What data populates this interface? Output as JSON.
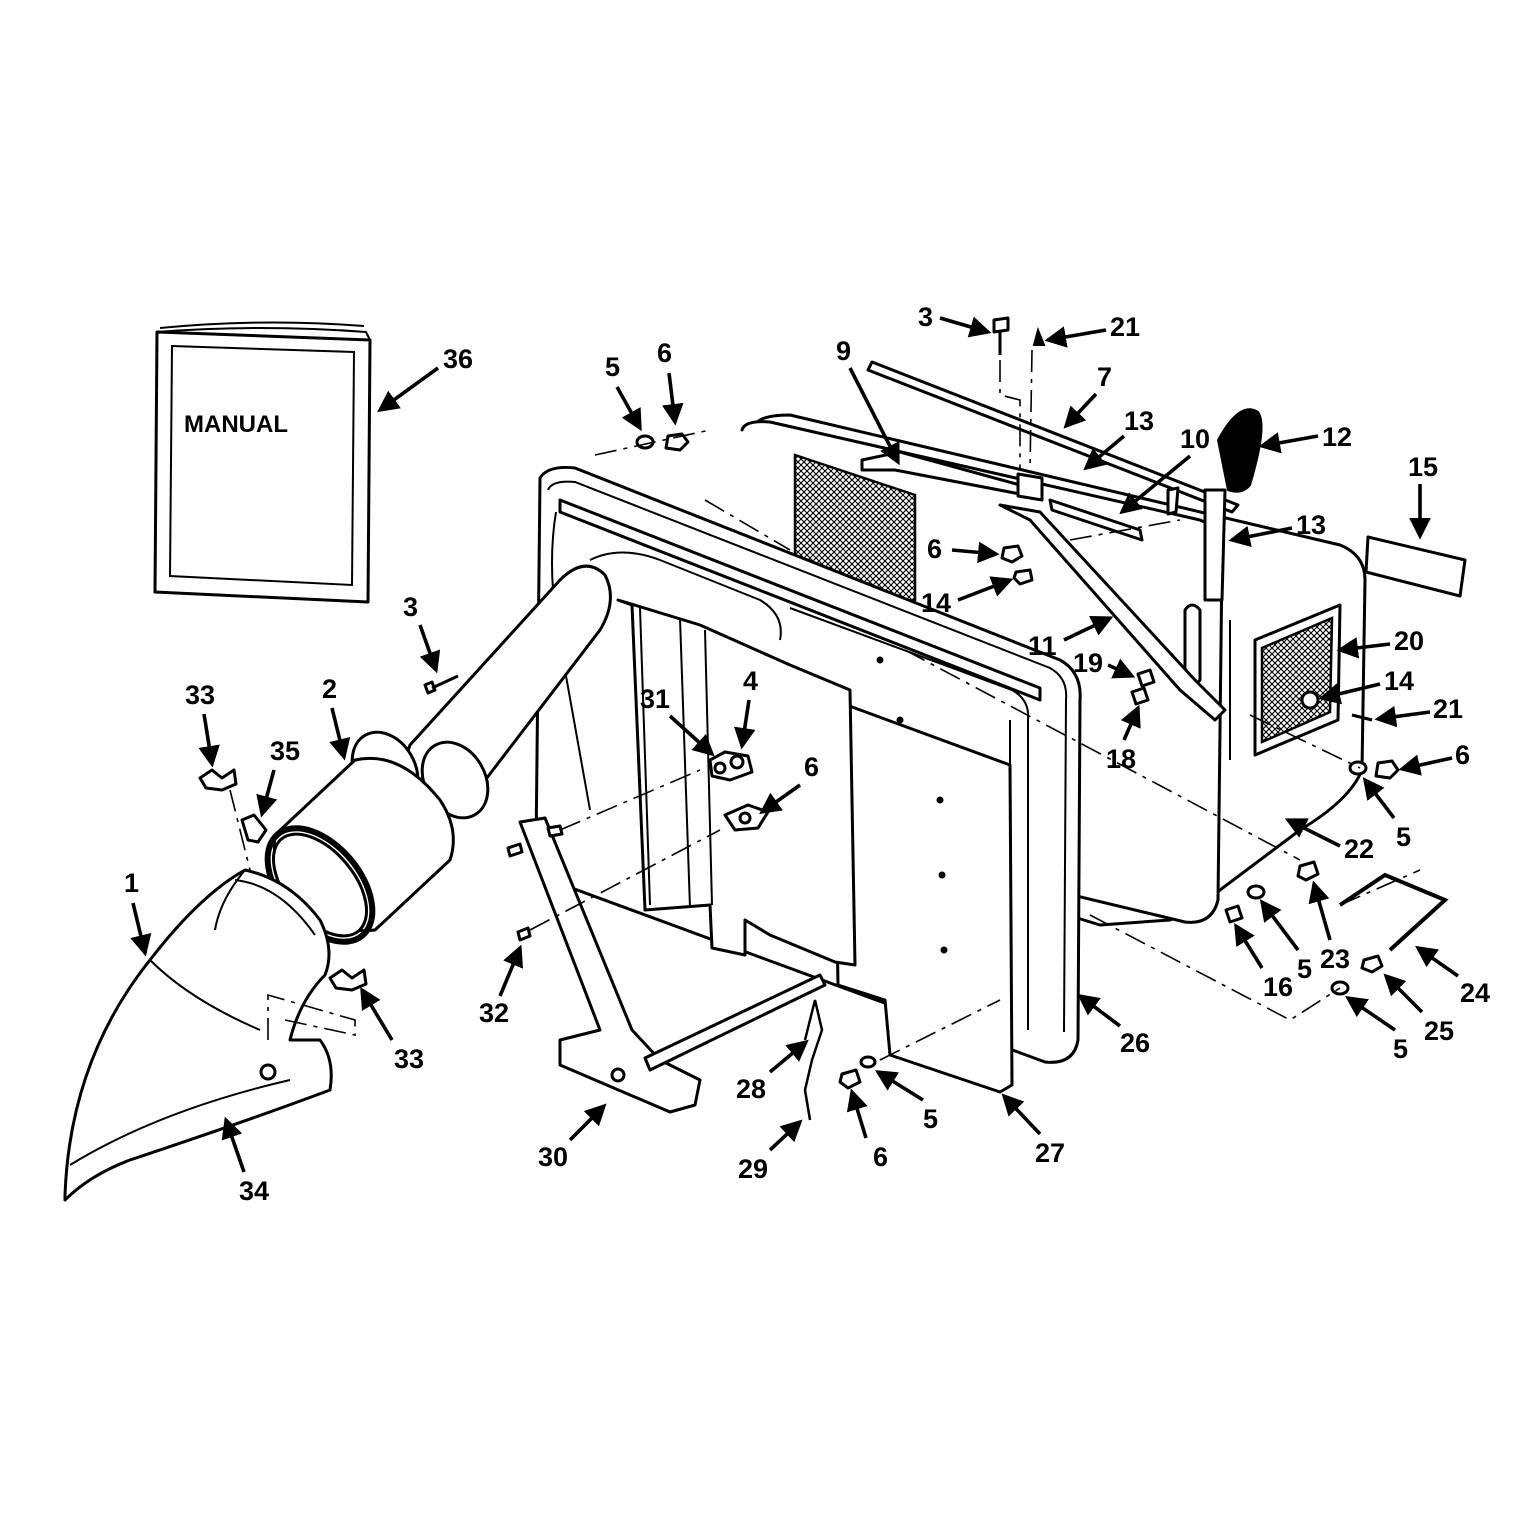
{
  "manual": {
    "cover_text": "MANUAL"
  },
  "callouts": [
    {
      "id": "c1",
      "label": "1"
    },
    {
      "id": "c2",
      "label": "2"
    },
    {
      "id": "c3a",
      "label": "3"
    },
    {
      "id": "c3b",
      "label": "3"
    },
    {
      "id": "c4",
      "label": "4"
    },
    {
      "id": "c5a",
      "label": "5"
    },
    {
      "id": "c5b",
      "label": "5"
    },
    {
      "id": "c5c",
      "label": "5"
    },
    {
      "id": "c5d",
      "label": "5"
    },
    {
      "id": "c5e",
      "label": "5"
    },
    {
      "id": "c6a",
      "label": "6"
    },
    {
      "id": "c6b",
      "label": "6"
    },
    {
      "id": "c6c",
      "label": "6"
    },
    {
      "id": "c6d",
      "label": "6"
    },
    {
      "id": "c6e",
      "label": "6"
    },
    {
      "id": "c7",
      "label": "7"
    },
    {
      "id": "c9",
      "label": "9"
    },
    {
      "id": "c10",
      "label": "10"
    },
    {
      "id": "c11",
      "label": "11"
    },
    {
      "id": "c12",
      "label": "12"
    },
    {
      "id": "c13a",
      "label": "13"
    },
    {
      "id": "c13b",
      "label": "13"
    },
    {
      "id": "c14a",
      "label": "14"
    },
    {
      "id": "c14b",
      "label": "14"
    },
    {
      "id": "c15",
      "label": "15"
    },
    {
      "id": "c16",
      "label": "16"
    },
    {
      "id": "c18",
      "label": "18"
    },
    {
      "id": "c19",
      "label": "19"
    },
    {
      "id": "c20",
      "label": "20"
    },
    {
      "id": "c21a",
      "label": "21"
    },
    {
      "id": "c21b",
      "label": "21"
    },
    {
      "id": "c22",
      "label": "22"
    },
    {
      "id": "c23",
      "label": "23"
    },
    {
      "id": "c24",
      "label": "24"
    },
    {
      "id": "c25",
      "label": "25"
    },
    {
      "id": "c26",
      "label": "26"
    },
    {
      "id": "c27",
      "label": "27"
    },
    {
      "id": "c28",
      "label": "28"
    },
    {
      "id": "c29",
      "label": "29"
    },
    {
      "id": "c30",
      "label": "30"
    },
    {
      "id": "c31",
      "label": "31"
    },
    {
      "id": "c32",
      "label": "32"
    },
    {
      "id": "c33a",
      "label": "33"
    },
    {
      "id": "c33b",
      "label": "33"
    },
    {
      "id": "c34",
      "label": "34"
    },
    {
      "id": "c35",
      "label": "35"
    },
    {
      "id": "c36",
      "label": "36"
    }
  ]
}
